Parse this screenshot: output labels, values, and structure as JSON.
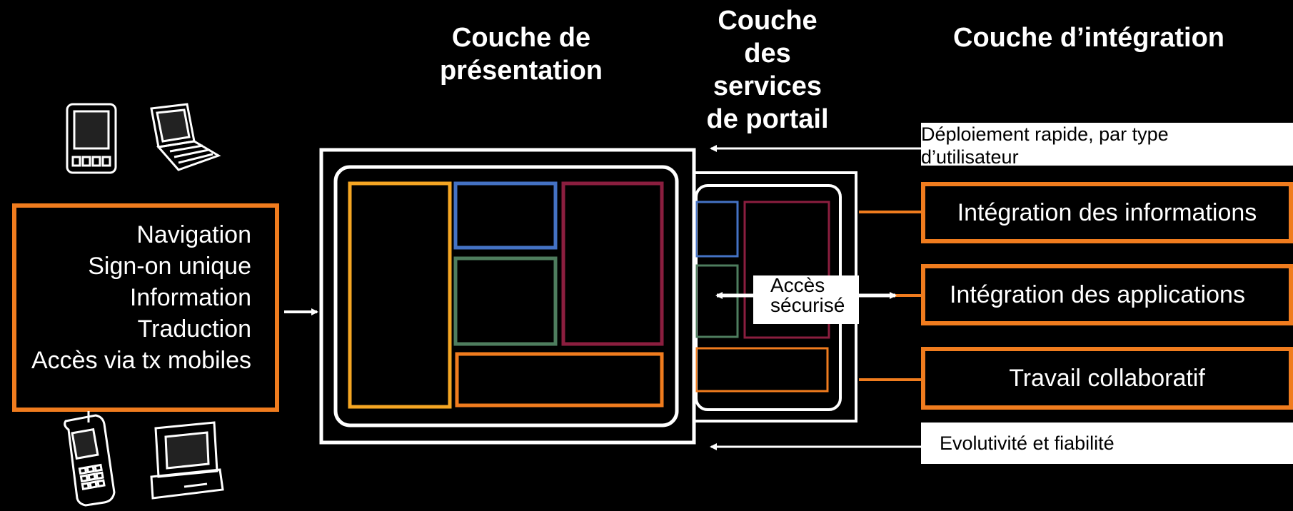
{
  "headers": {
    "presentation": [
      "Couche de",
      "présentation"
    ],
    "services": [
      "Couche",
      "des",
      "services",
      "de portail"
    ],
    "integration": "Couche d’intégration"
  },
  "features": [
    "Navigation",
    "Sign-on unique",
    "Information",
    "Traduction",
    "Accès via tx mobiles"
  ],
  "notes": {
    "deployment": [
      "Déploiement rapide, par type",
      "d’utilisateur"
    ],
    "scalability": "Evolutivité et fiabilité"
  },
  "secure_access": [
    "Accès",
    "sécurisé"
  ],
  "integration_items": [
    "Intégration des informations",
    "Intégration des applications",
    "Travail collaboratif"
  ],
  "colors": {
    "orange": "#f07c1e",
    "yellow": "#f5a623",
    "blue": "#4472c4",
    "green": "#4e7d5e",
    "crimson": "#8b1e3f",
    "white": "#ffffff",
    "black": "#000000"
  },
  "icons": [
    "pda-icon",
    "laptop-icon",
    "mobile-phone-icon",
    "desktop-computer-icon"
  ]
}
